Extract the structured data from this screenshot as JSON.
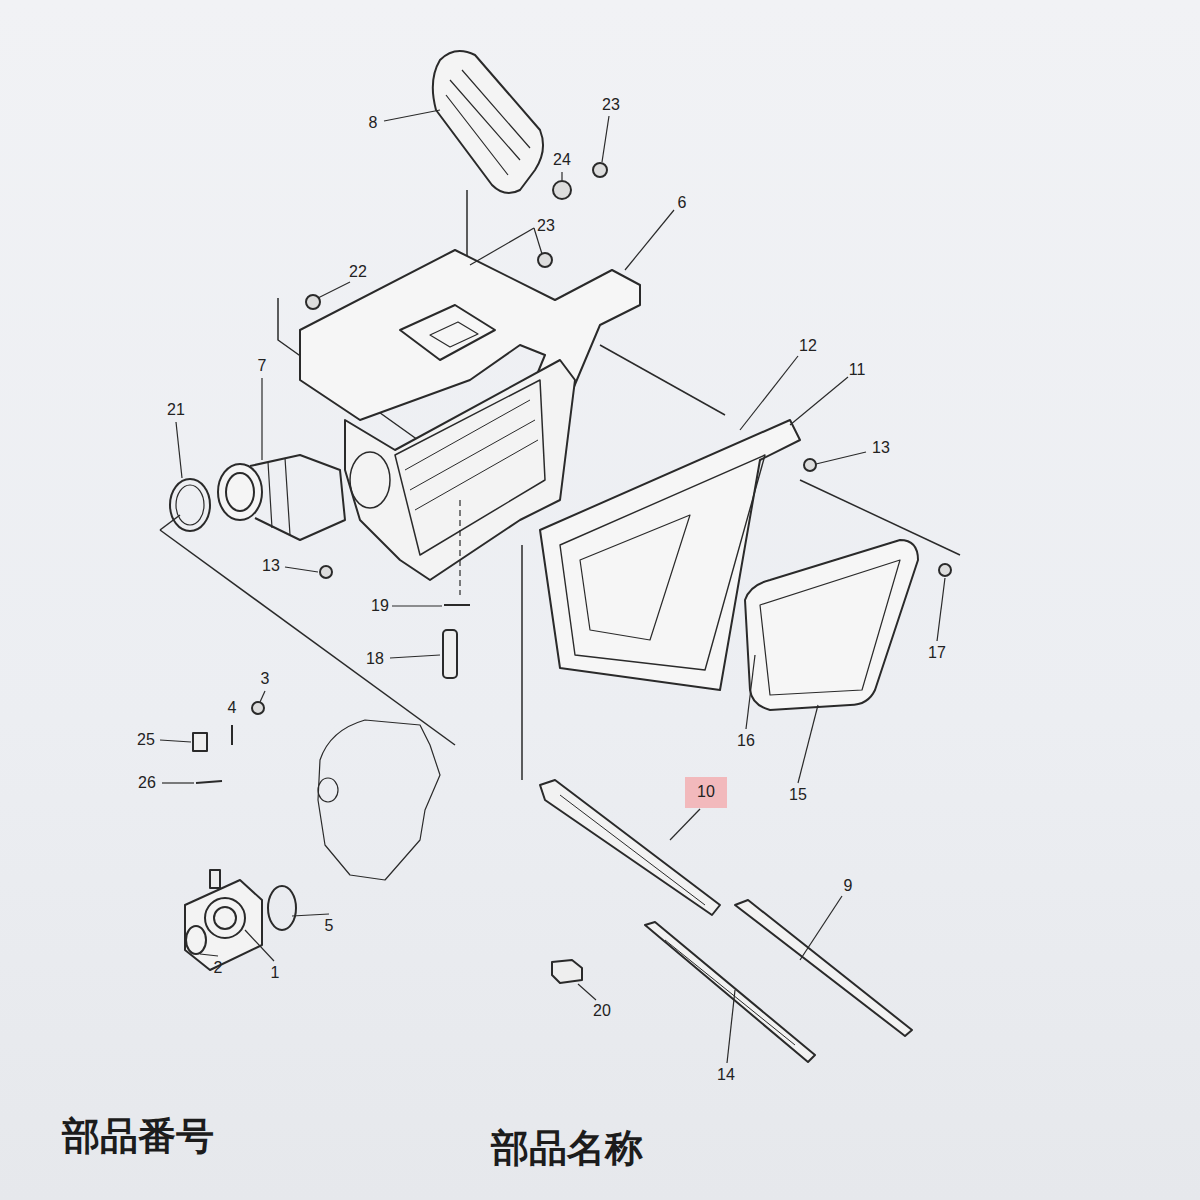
{
  "diagram": {
    "labels": [
      "8",
      "23",
      "24",
      "23",
      "6",
      "22",
      "12",
      "11",
      "7",
      "21",
      "13",
      "13",
      "17",
      "19",
      "18",
      "16",
      "15",
      "10",
      "3",
      "4",
      "25",
      "26",
      "9",
      "2",
      "1",
      "5",
      "20",
      "14",
      "部品番号",
      "部品名称"
    ]
  }
}
